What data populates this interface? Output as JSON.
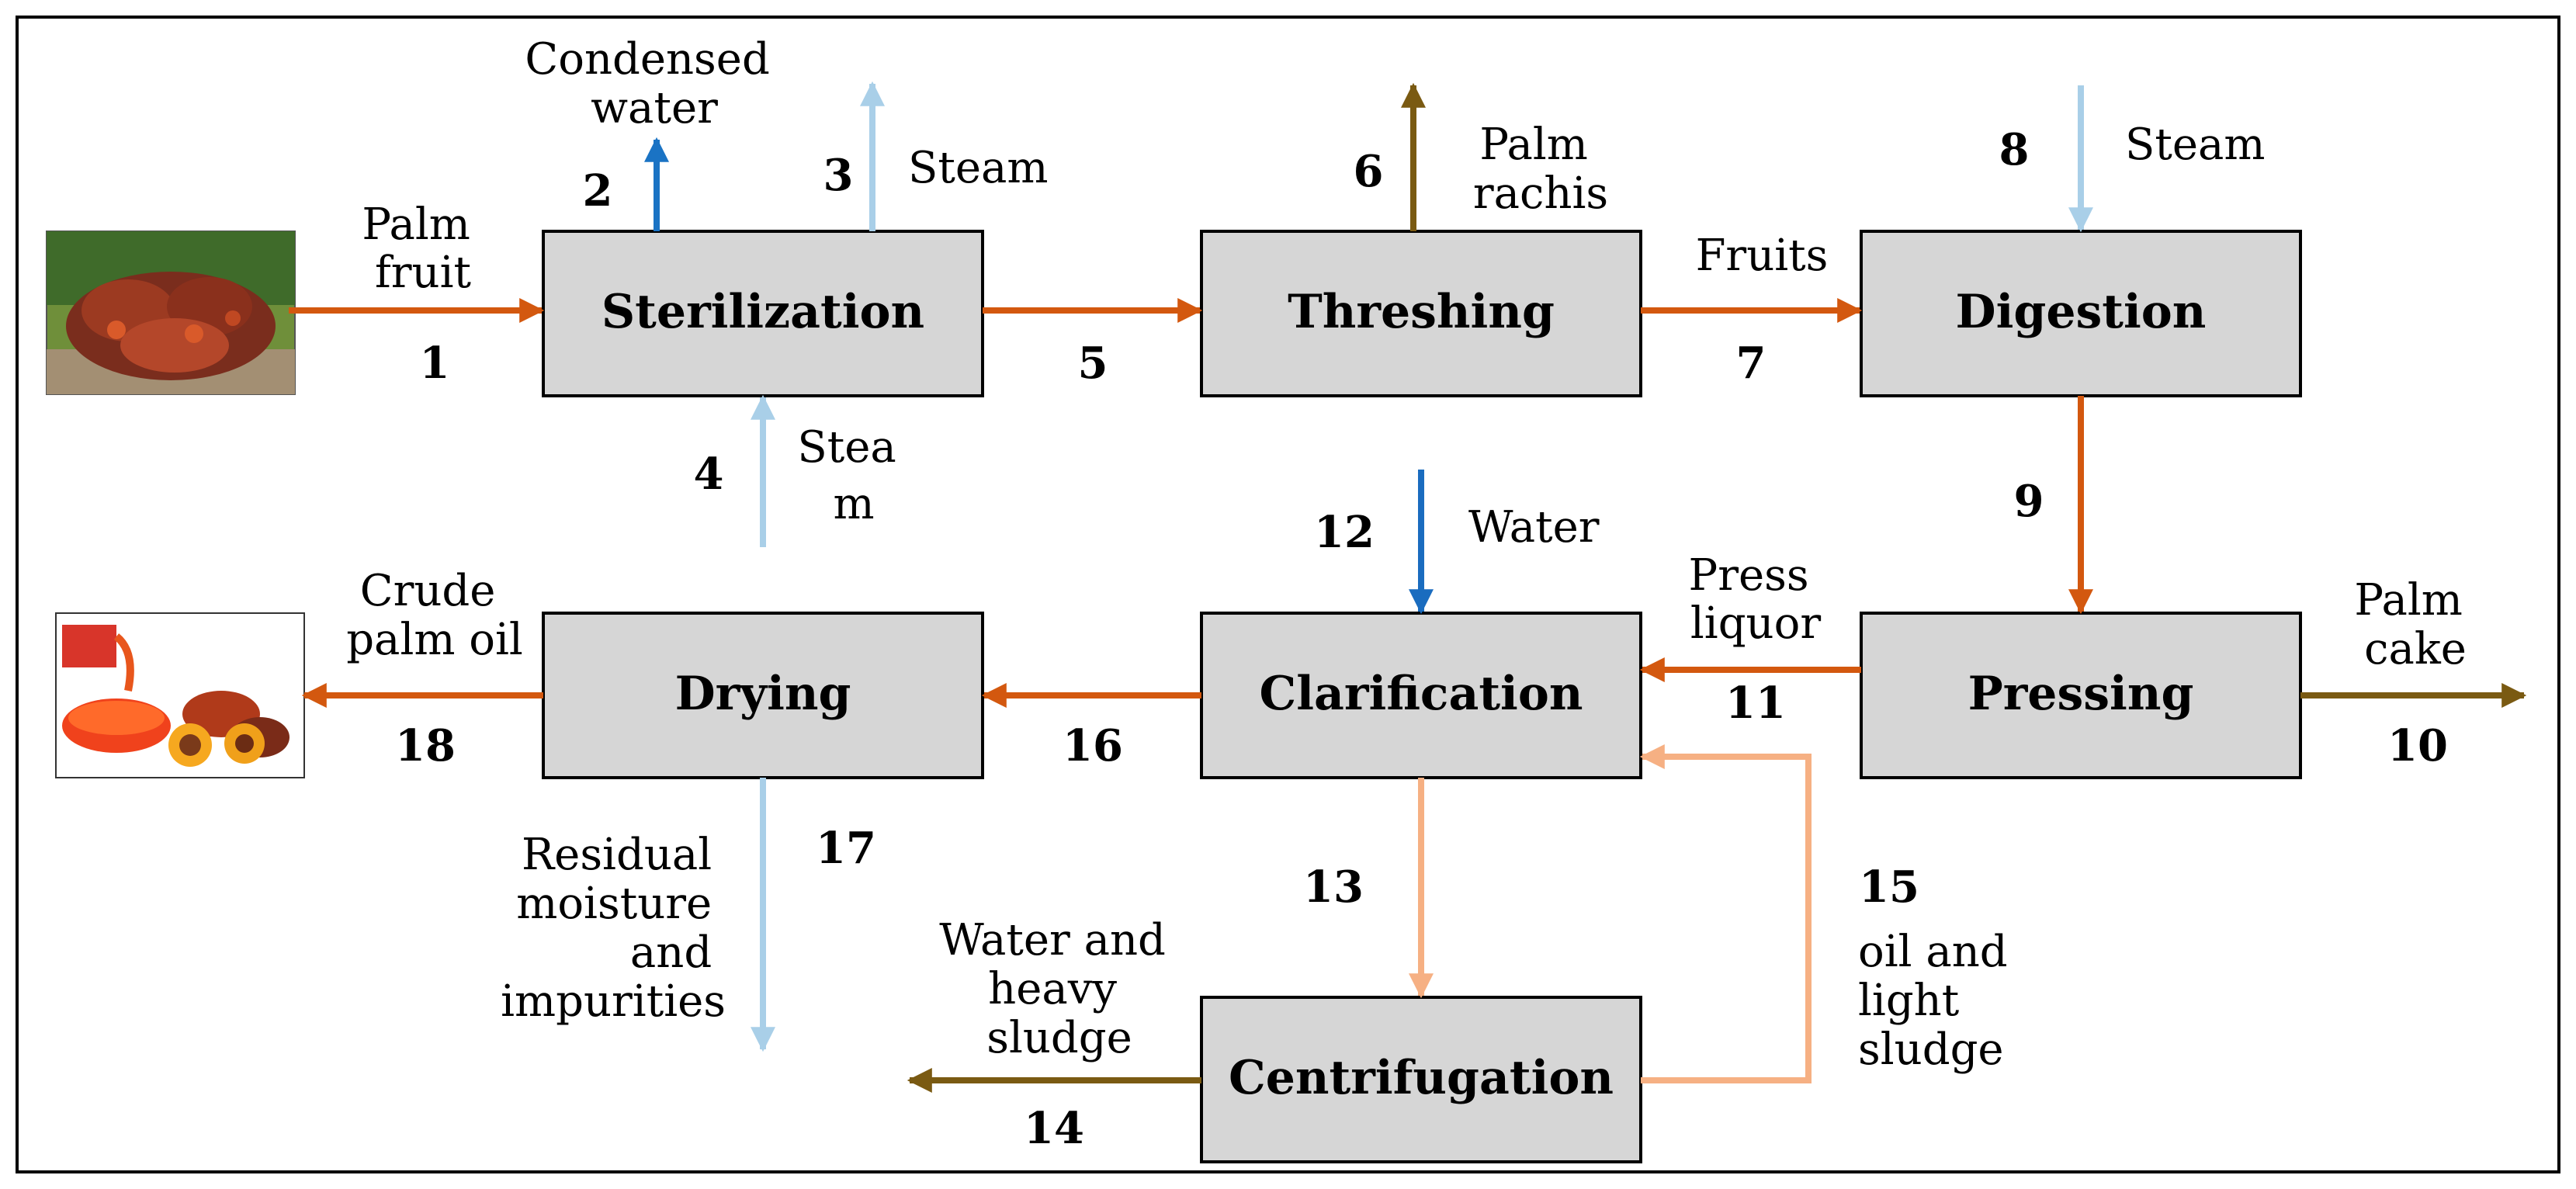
{
  "colors": {
    "main_stream": "#d3580f",
    "steam": "#a9cfe8",
    "condensed_water": "#1a73c4",
    "water": "#1a6cbf",
    "byproduct": "#7a5a12",
    "light_stream": "#f6b083",
    "box_fill": "#d6d6d6"
  },
  "icons": {
    "palm_fruit_image": "palm-fruit-bunch-photo",
    "crude_oil_image": "crude-palm-oil-photo"
  },
  "boxes": {
    "sterilization": "Sterilization",
    "threshing": "Threshing",
    "digestion": "Digestion",
    "pressing": "Pressing",
    "clarification": "Clarification",
    "drying": "Drying",
    "centrifugation": "Centrifugation"
  },
  "streams": {
    "s1": {
      "num": "1",
      "label": [
        "Palm",
        "fruit"
      ]
    },
    "s2": {
      "num": "2",
      "label": [
        "Condensed",
        "water"
      ]
    },
    "s3": {
      "num": "3",
      "label": [
        "Steam"
      ]
    },
    "s4": {
      "num": "4",
      "label": [
        "Stea",
        "m"
      ]
    },
    "s5": {
      "num": "5"
    },
    "s6": {
      "num": "6",
      "label": [
        "Palm",
        "rachis"
      ]
    },
    "s7": {
      "num": "7",
      "label": [
        "Fruits"
      ]
    },
    "s8": {
      "num": "8",
      "label": [
        "Steam"
      ]
    },
    "s9": {
      "num": "9"
    },
    "s10": {
      "num": "10",
      "label": [
        "Palm",
        "cake"
      ]
    },
    "s11": {
      "num": "11",
      "label": [
        "Press",
        "liquor"
      ]
    },
    "s12": {
      "num": "12",
      "label": [
        "Water"
      ]
    },
    "s13": {
      "num": "13"
    },
    "s14": {
      "num": "14",
      "label": [
        "Water and",
        "heavy",
        "sludge"
      ]
    },
    "s15": {
      "num": "15",
      "label": [
        "oil and",
        "light",
        "sludge"
      ]
    },
    "s16": {
      "num": "16"
    },
    "s17": {
      "num": "17",
      "label": [
        "Residual",
        "moisture",
        "and",
        "impurities"
      ]
    },
    "s18": {
      "num": "18",
      "label": [
        "Crude",
        "palm oil"
      ]
    }
  }
}
